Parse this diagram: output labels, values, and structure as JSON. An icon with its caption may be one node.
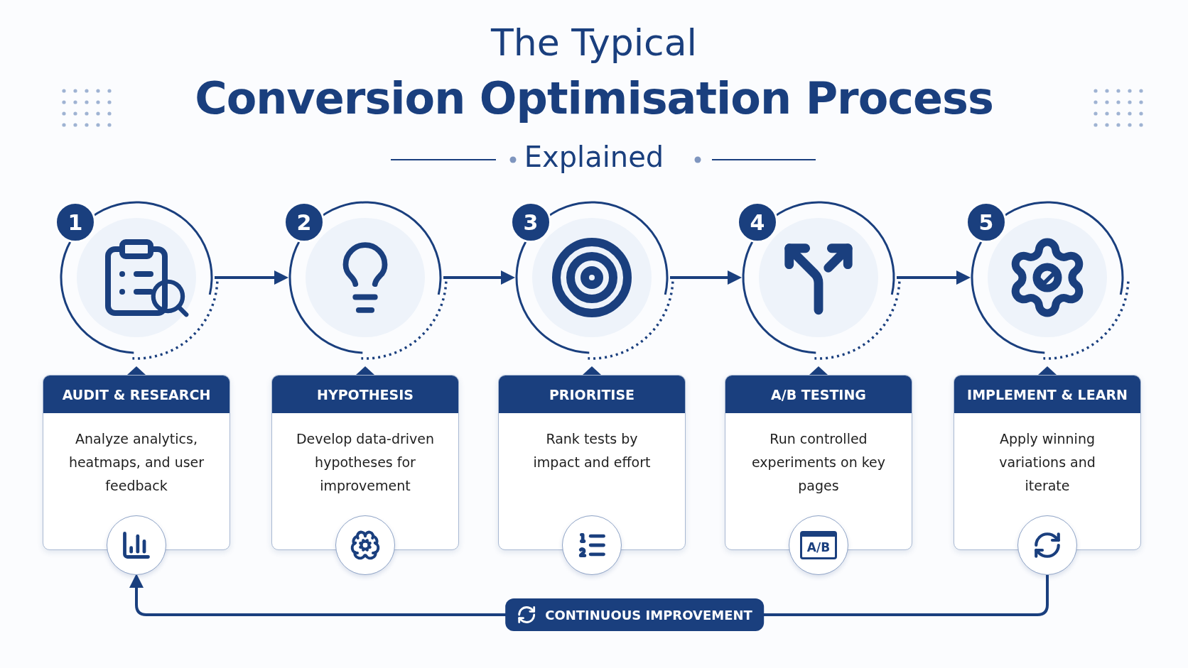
{
  "diagram": {
    "title": "Conversion Optimisation Process",
    "nodes": [
      {
        "text": [
          "1"
        ]
      },
      {
        "text": [
          "AUDIT & RESEARCH",
          "Analyze analytics, heatmaps, and user feedback"
        ]
      },
      {
        "text": [],
        "shape": "circle"
      },
      {
        "text": [
          "2"
        ]
      },
      {
        "text": [
          "HYPOTHESIS",
          "Develop data-driven hypotheses for improvement"
        ]
      },
      {
        "text": [],
        "shape": "circle"
      },
      {
        "text": [
          "3"
        ]
      },
      {
        "text": [
          "PRIORITISE",
          "Rank tests by impact and effort"
        ]
      },
      {
        "text": [],
        "shape": "circle"
      },
      {
        "text": [
          "4"
        ]
      },
      {
        "text": [
          "A/B TESTING",
          "Run controlled experiments on key pages"
        ]
      },
      {
        "text": [
          "A/B"
        ]
      },
      {
        "text": [
          "5"
        ]
      },
      {
        "text": [
          "IMPLEMENT & LEARN",
          "Apply winning variations and iterate"
        ]
      },
      {
        "text": [],
        "shape": "circle"
      }
    ],
    "edges": [
      {
        "from": 0,
        "to": 3,
        "arrow": "to"
      },
      {
        "from": 3,
        "to": 6,
        "arrow": "to"
      },
      {
        "from": 6,
        "to": 9,
        "arrow": "to"
      },
      {
        "from": 9,
        "to": 12,
        "arrow": "to"
      },
      {
        "from": 14,
        "to": 2,
        "arrow": "to",
        "label": "CONTINUOUS IMPROVEMENT"
      }
    ],
    "labels": [
      "The Typical",
      "Explained"
    ]
  }
}
